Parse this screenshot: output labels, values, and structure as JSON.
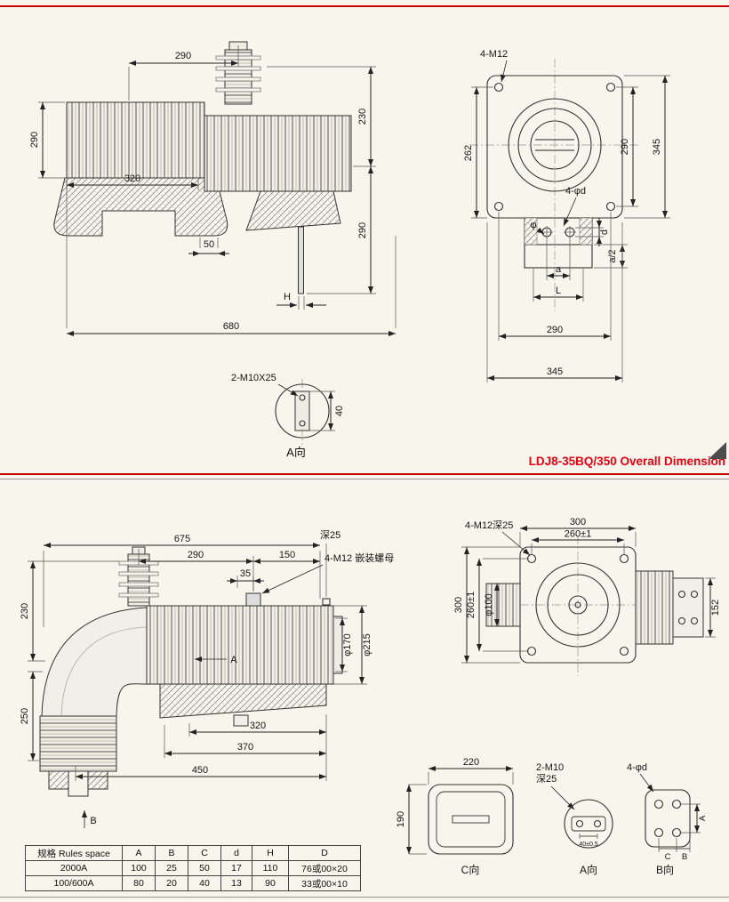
{
  "page": {
    "title": "LDJ8-35BQ/350 Overall Dimension",
    "accent_red": "#c40000",
    "title_red": "#e60012",
    "line_gray": "#979390",
    "background": "#f8f5ec"
  },
  "top_left": {
    "dim_top_290": "290",
    "dim_left_290": "290",
    "dim_320": "320",
    "dim_50": "50",
    "dim_680": "680",
    "dim_right_230": "230",
    "dim_right_290": "290",
    "dim_h": "H"
  },
  "detail_a": {
    "thread_label": "2-M10X25",
    "dim_40": "40",
    "view_label": "A向"
  },
  "top_right": {
    "bolt_label": "4-M12",
    "hole_label": "4-φd",
    "dim_left_262": "262",
    "dim_right_290": "290",
    "dim_right_345": "345",
    "dim_phi": "φ",
    "dim_d": "d",
    "dim_a": "a",
    "dim_l": "L",
    "dim_a2": "a/2",
    "dim_bottom_290": "290",
    "dim_bottom_345": "345"
  },
  "bottom_left": {
    "dim_675": "675",
    "dim_290": "290",
    "dim_150": "150",
    "dim_35": "35",
    "depth_label": "深25",
    "nut_label": "4-M12 嵌装螺母",
    "dim_230": "230",
    "dim_250": "250",
    "view_a_label": "A",
    "dim_phi170": "φ170",
    "dim_phi215": "φ215",
    "dim_320": "320",
    "dim_370": "370",
    "dim_450": "450",
    "view_b_label": "B"
  },
  "bottom_right": {
    "bolt_label": "4-M12深25",
    "dim_top_300": "300",
    "dim_top_260": "260±1",
    "dim_left_300": "300",
    "dim_left_260": "260±1",
    "dim_phi100": "φ100",
    "dim_152": "152"
  },
  "views": {
    "c": {
      "dim_220": "220",
      "dim_190": "190",
      "label": "C向"
    },
    "a": {
      "thread_label": "2-M10",
      "depth_label": "深25",
      "dim_40": "40±0.5",
      "label": "A向"
    },
    "b": {
      "hole_label": "4-φd",
      "dim_c": "C",
      "dim_b": "B",
      "dim_a": "A",
      "label": "B向"
    }
  },
  "table": {
    "headers": [
      "规格 Rules space",
      "A",
      "B",
      "C",
      "d",
      "H",
      "D"
    ],
    "rows": [
      [
        "2000A",
        "100",
        "25",
        "50",
        "17",
        "110",
        "76或00×20"
      ],
      [
        "100/600A",
        "80",
        "20",
        "40",
        "13",
        "90",
        "33或00×10"
      ]
    ]
  }
}
